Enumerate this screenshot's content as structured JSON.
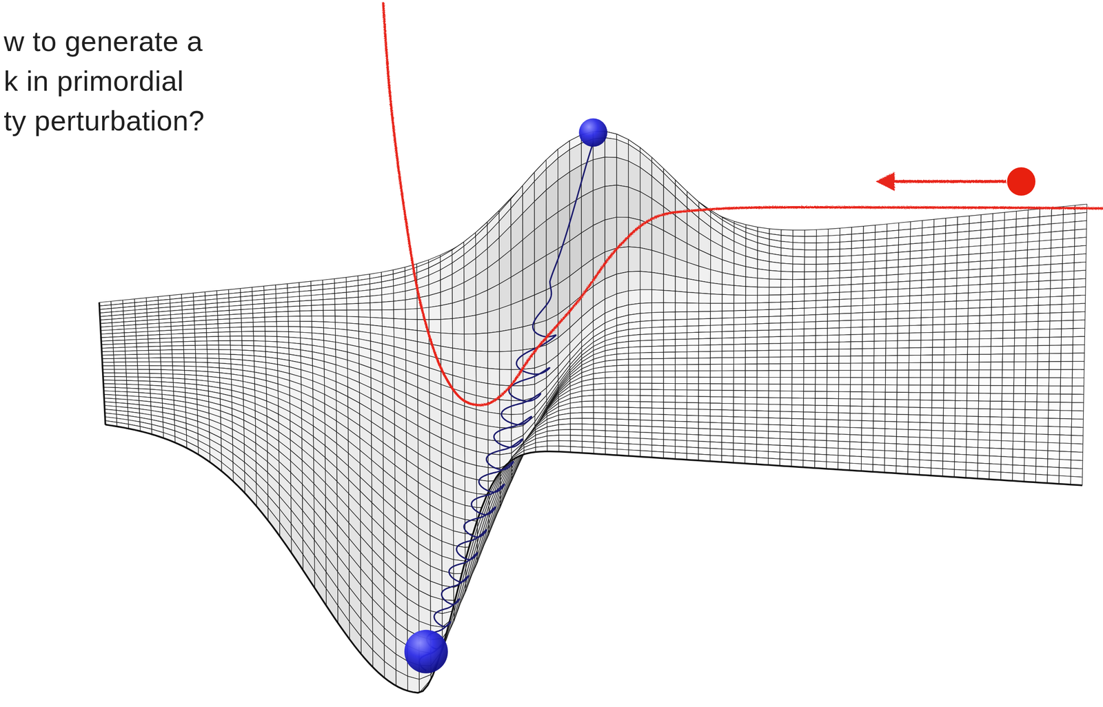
{
  "diagram": {
    "labels": [
      "w to generate a",
      "k in primordial",
      "ty perturbation?"
    ]
  }
}
